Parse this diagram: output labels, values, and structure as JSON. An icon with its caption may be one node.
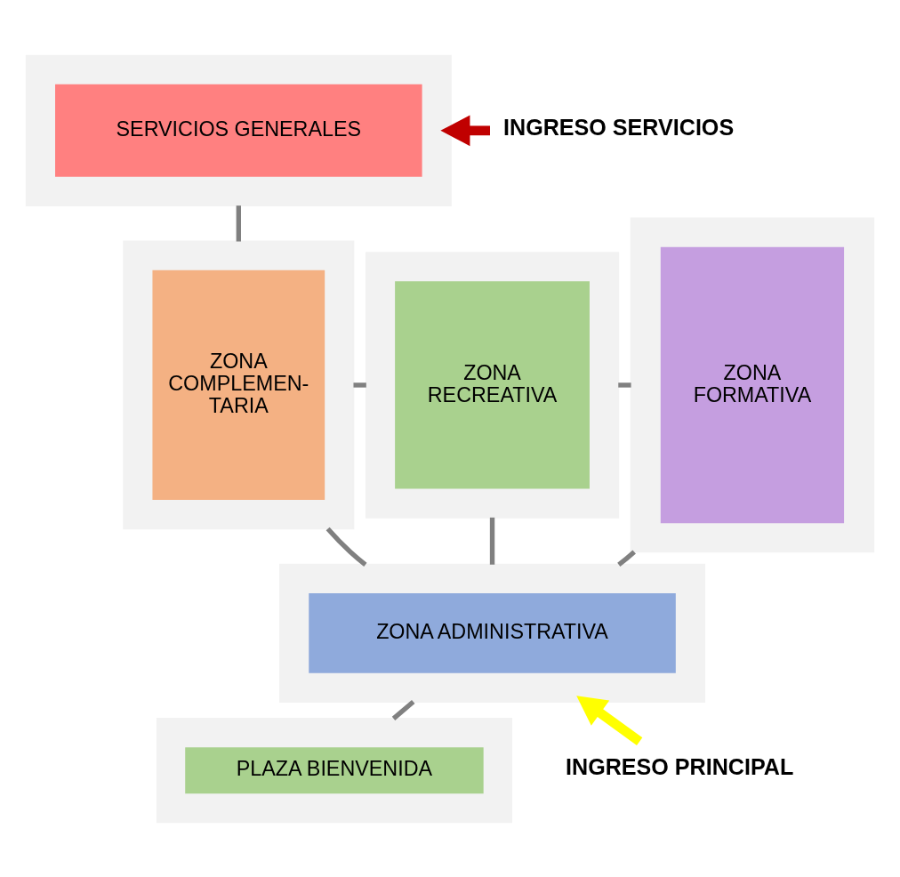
{
  "diagram": {
    "nodes": [
      {
        "text": [],
        "shape": "box"
      },
      {
        "text": [
          "SERVICIOS GENERALES"
        ],
        "in": 0
      },
      {
        "text": [],
        "shape": "box"
      },
      {
        "text": [
          "ZONA COMPLEMEN- TARIA"
        ],
        "in": 2
      },
      {
        "text": [],
        "shape": "box"
      },
      {
        "text": [
          "ZONA RECREATIVA"
        ],
        "in": 4
      },
      {
        "text": [],
        "shape": "box"
      },
      {
        "text": [
          "ZONA FORMATIVA"
        ],
        "in": 6
      },
      {
        "text": [],
        "shape": "box"
      },
      {
        "text": [
          "ZONA ADMINISTRATIVA"
        ],
        "in": 8
      },
      {
        "text": [],
        "shape": "box"
      },
      {
        "text": [
          "PLAZA BIENVENIDA"
        ],
        "in": 10
      },
      {
        "text": [
          "INGRESO SERVICIOS"
        ]
      },
      {
        "text": [
          "INGRESO PRINCIPAL"
        ]
      }
    ],
    "edges": [
      {
        "from": 12,
        "to": 0,
        "arrow": "to",
        "style": "thick",
        "color": "#c00000"
      },
      {
        "from": 0,
        "to": 2,
        "arrow": "none"
      },
      {
        "from": 2,
        "to": 4,
        "arrow": "none"
      },
      {
        "from": 4,
        "to": 6,
        "arrow": "none"
      },
      {
        "from": 2,
        "to": 8,
        "arrow": "none"
      },
      {
        "from": 4,
        "to": 8,
        "arrow": "none"
      },
      {
        "from": 6,
        "to": 8,
        "arrow": "none"
      },
      {
        "from": 8,
        "to": 10,
        "arrow": "none"
      },
      {
        "from": 13,
        "to": 8,
        "arrow": "to",
        "style": "thick",
        "color": "#ffff00"
      }
    ]
  }
}
